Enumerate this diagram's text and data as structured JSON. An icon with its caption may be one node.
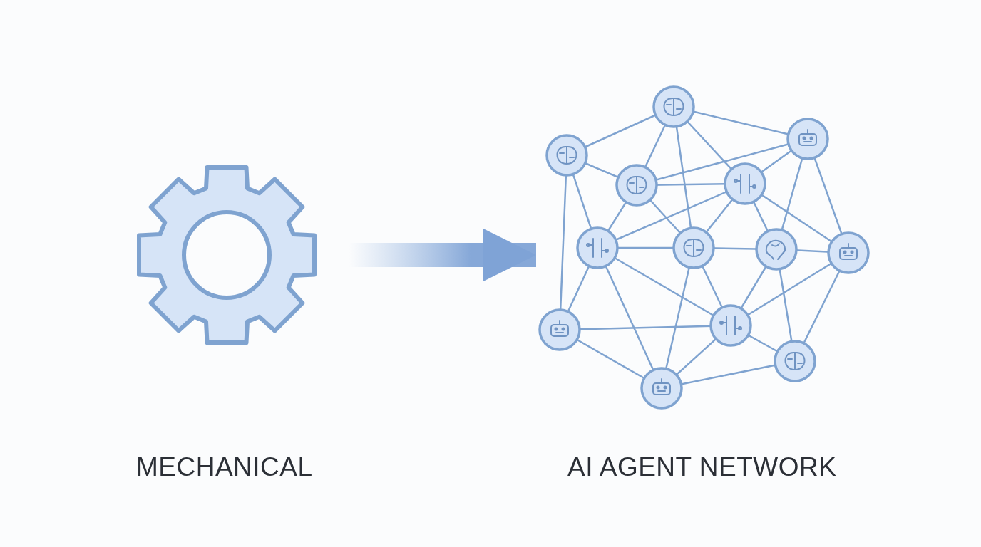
{
  "diagram": {
    "nodes": [
      {
        "text": [],
        "shape": "picture"
      },
      {
        "text": [],
        "shape": "picture"
      }
    ],
    "edges": [
      {
        "from": 0,
        "to": 1,
        "arrow": "to"
      }
    ],
    "labels": [
      "MECHANICAL",
      "AI AGENT NETWORK"
    ]
  }
}
